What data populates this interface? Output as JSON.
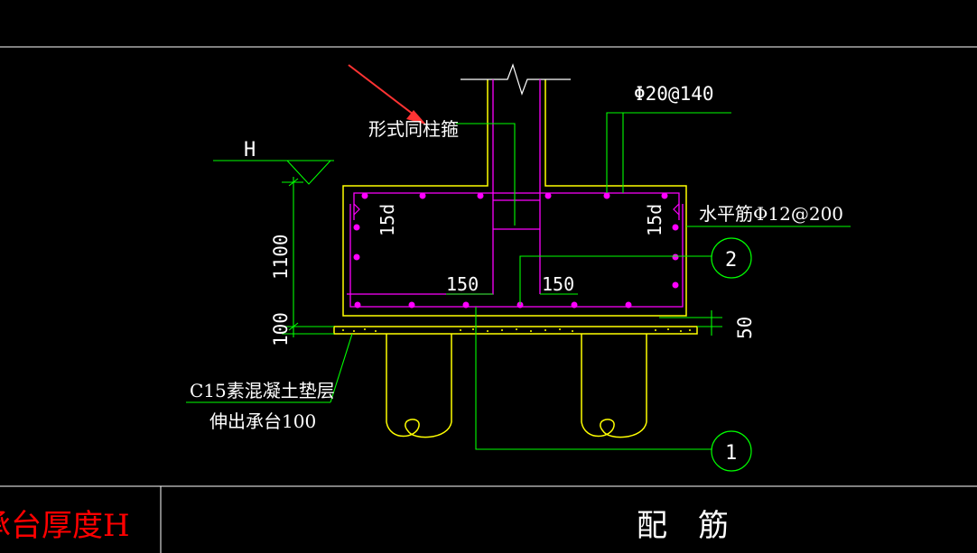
{
  "drawing": {
    "labels": {
      "stirrup_note": "形式同柱箍",
      "top_rebar": "Φ20@140",
      "horizontal_rebar": "水平筋Φ12@200",
      "anchor_left": "15d",
      "anchor_right": "15d",
      "offset_left": "150",
      "offset_right": "150",
      "level_mark": "H",
      "dim_height": "1100",
      "dim_bedding": "100",
      "dim_cover": "50",
      "bedding_line1": "C15素混凝土垫层",
      "bedding_line2": "伸出承台100",
      "callout_1": "1",
      "callout_2": "2"
    },
    "table": {
      "left_cell": "承台厚度H",
      "right_cell": "配　筋"
    },
    "colors": {
      "background": "#000000",
      "concrete_outline": "#ffff00",
      "rebar": "#ff00ff",
      "leader": "#00ff00",
      "text": "#ffffff",
      "frame": "#ffffff",
      "table_red": "#ff0000",
      "annotation_arrow": "#ff3333"
    }
  }
}
